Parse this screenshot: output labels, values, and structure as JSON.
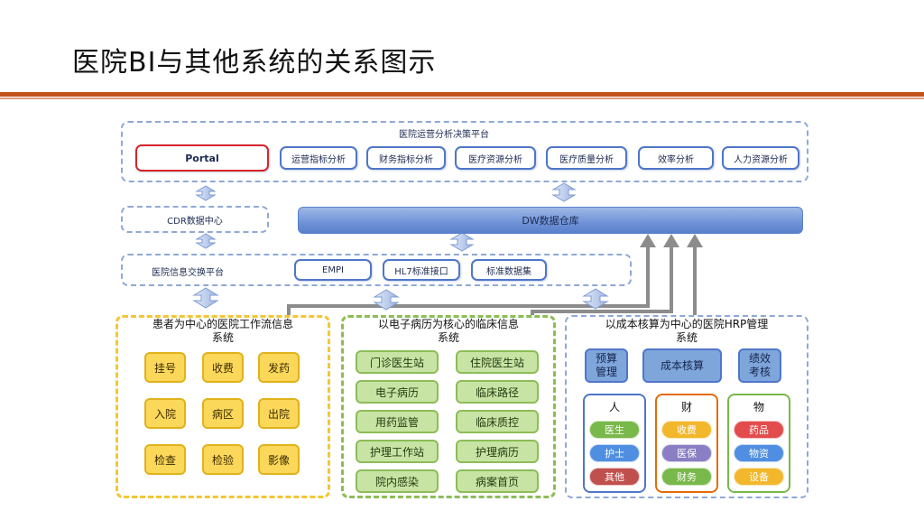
{
  "page": {
    "title": "医院BI与其他系统的关系图示"
  },
  "top_platform": {
    "label": "医院运营分析决策平台",
    "items": [
      "Portal",
      "运营指标分析",
      "财务指标分析",
      "医疗资源分析",
      "医疗质量分析",
      "效率分析",
      "人力资源分析"
    ]
  },
  "cdr": {
    "label": "CDR数据中心"
  },
  "dw": {
    "label": "DW数据仓库"
  },
  "exchange": {
    "label": "医院信息交换平台",
    "items": [
      "EMPI",
      "HL7标准接口",
      "标准数据集"
    ]
  },
  "his": {
    "title_line1": "患者为中心的医院工作流信息",
    "title_line2": "系统",
    "items": [
      "挂号",
      "收费",
      "发药",
      "入院",
      "病区",
      "出院",
      "检查",
      "检验",
      "影像"
    ]
  },
  "emr": {
    "title_line1": "以电子病历为核心的临床信息",
    "title_line2": "系统",
    "items": [
      "门诊医生站",
      "住院医生站",
      "电子病历",
      "临床路径",
      "用药监管",
      "临床质控",
      "护理工作站",
      "护理病历",
      "院内感染",
      "病案首页"
    ]
  },
  "hrp": {
    "title_line1": "以成本核算为中心的医院HRP管理",
    "title_line2": "系统",
    "top_items": [
      {
        "line1": "预算",
        "line2": "管理"
      },
      {
        "line1": "成本核算",
        "line2": ""
      },
      {
        "line1": "绩效",
        "line2": "考核"
      }
    ],
    "groups": [
      {
        "head": "人",
        "items": [
          "医生",
          "护士",
          "其他"
        ],
        "border": "#4f76c8",
        "colors": [
          "#79b84a",
          "#4f8ee0",
          "#c0504d"
        ]
      },
      {
        "head": "财",
        "items": [
          "收费",
          "医保",
          "财务"
        ],
        "border": "#e46c0a",
        "colors": [
          "#f3b72c",
          "#8a7fc4",
          "#79b84a"
        ]
      },
      {
        "head": "物",
        "items": [
          "药品",
          "物资",
          "设备"
        ],
        "border": "#79b84a",
        "colors": [
          "#e24c4c",
          "#4f8ee0",
          "#f3b72c"
        ]
      }
    ]
  },
  "colors": {
    "accent_rule": "#c2521b",
    "blue": "#4f76c8",
    "yellow": "#f3c636",
    "green": "#8dbc57"
  }
}
